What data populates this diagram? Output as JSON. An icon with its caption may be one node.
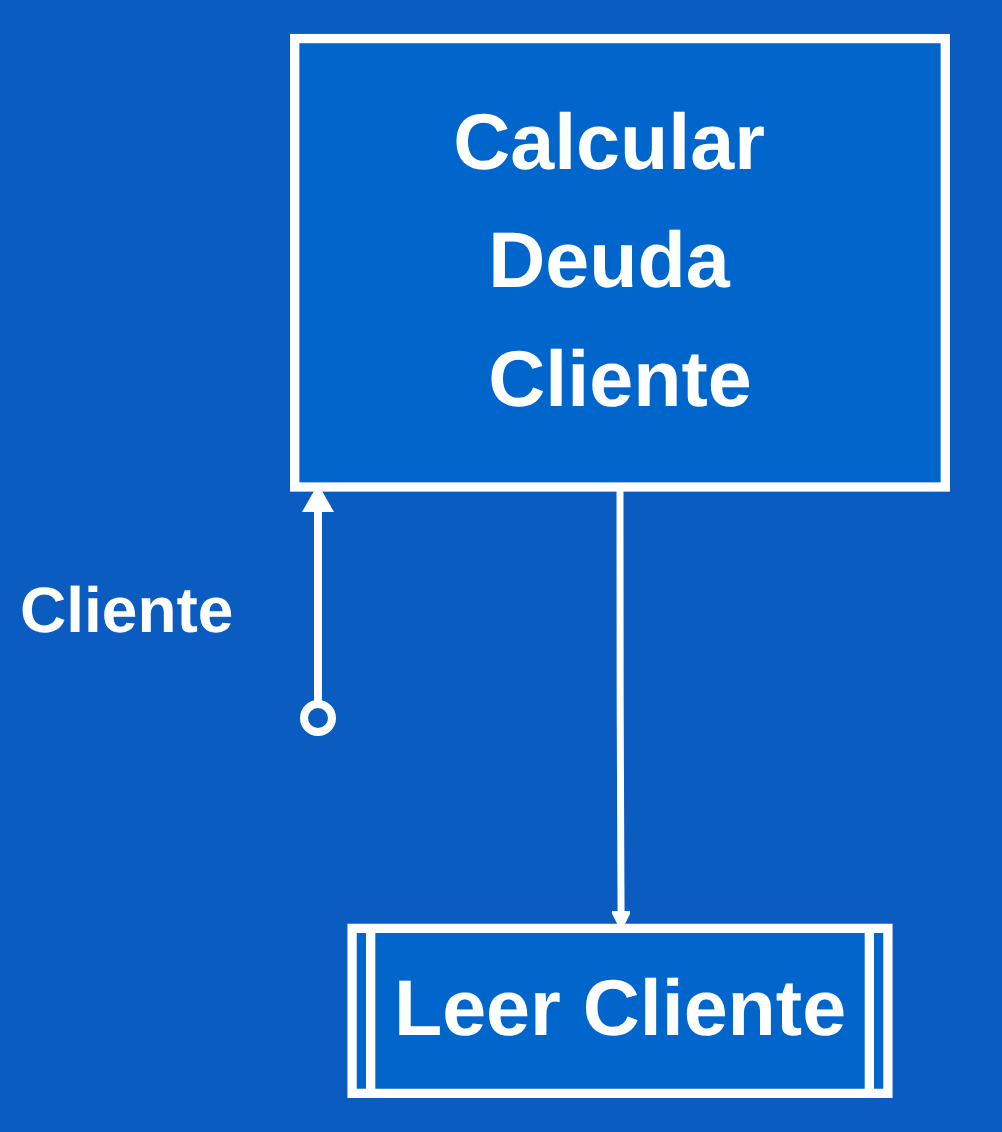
{
  "diagram": {
    "nodes": [
      {
        "text": [
          "Calcular Deuda Cliente"
        ]
      },
      {
        "text": [
          "Leer Cliente"
        ]
      }
    ],
    "edges": [
      {
        "from": 0,
        "to": 1,
        "arrow": "to"
      }
    ],
    "labels": [
      "Cliente"
    ]
  }
}
